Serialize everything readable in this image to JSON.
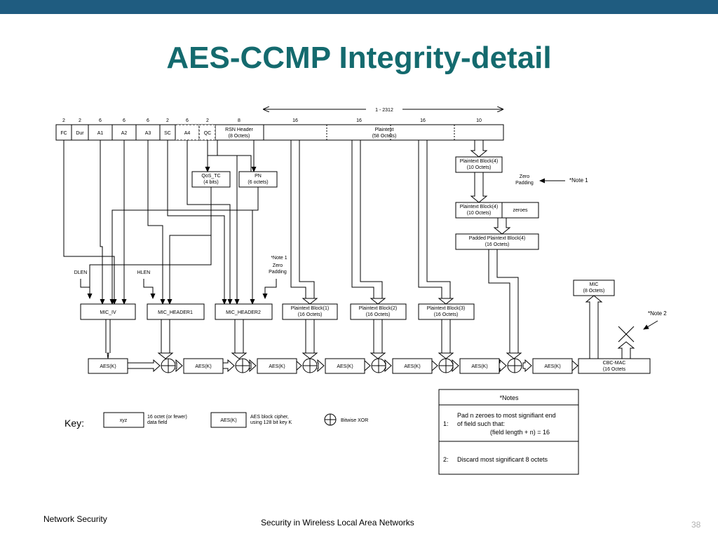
{
  "slide": {
    "title": "AES-CCMP Integrity-detail",
    "footer_left": "Network Security",
    "footer_center": "Security  in  Wireless  Local  Area Networks",
    "page_number": "38",
    "colors": {
      "top_bar": "#1f5c80",
      "title": "#146a6e"
    }
  },
  "diagram": {
    "range_label": "1 - 2312",
    "header_fields": [
      {
        "label": "FC",
        "size": "2"
      },
      {
        "label": "Dur",
        "size": "2"
      },
      {
        "label": "A1",
        "size": "6"
      },
      {
        "label": "A2",
        "size": "6"
      },
      {
        "label": "A3",
        "size": "6"
      },
      {
        "label": "SC",
        "size": "2"
      },
      {
        "label": "A4",
        "size": "6"
      },
      {
        "label": "QC",
        "size": "2"
      },
      {
        "label": "RSN Header\n(8 Octets)",
        "size": "8"
      },
      {
        "label": "",
        "size": "16"
      },
      {
        "label": "Plaintext\n(58 Octets)",
        "size": "16"
      },
      {
        "label": "",
        "size": "16"
      },
      {
        "label": "",
        "size": "10"
      }
    ],
    "qos_tc": "QoS_TC\n(4 bits)",
    "pn": "PN\n(6 octets)",
    "pt_block4": "Plaintext Block(4)\n(10 Octets)",
    "zero_padding": "Zero\nPadding",
    "note1_ref": "*Note 1",
    "pt_block4_b": "Plaintext Block(4)\n(10 Octets)",
    "zeroes": "zeroes",
    "padded_block4": "Padded Plaintext Block(4)\n(16 Octets)",
    "note1_small": "*Note 1",
    "zero_padding_small": "Zero\nPadding",
    "dlen": "DLEN",
    "hlen": "HLEN",
    "mic_iv": "MIC_IV",
    "mic_header1": "MIC_HEADER1",
    "mic_header2": "MIC_HEADER2",
    "pt_block1": "Plaintext Block(1)\n(16 Octets)",
    "pt_block2": "Plaintext Block(2)\n(16 Octets)",
    "pt_block3": "Plaintext Block(3)\n(16 Octets)",
    "mic_out": "MIC\n(8 Octets)",
    "note2_ref": "*Note 2",
    "aes_label": "AES(K)",
    "cbc_mac": "CBC-MAC\n(16 Octets",
    "key": {
      "title": "Key:",
      "xyz": "xyz",
      "xyz_desc": "16 octet (or fewer)\ndata field",
      "aes_box": "AES(K)",
      "aes_desc": "AES block cipher,\nusing 128 bit key K",
      "xor_desc": "Bitwise XOR"
    },
    "notes": {
      "header": "*Notes",
      "n1_num": "1:",
      "n1_text": "Pad n zeroes to most signifiant end\nof field such that:\n(field length + n) = 16",
      "n2_num": "2:",
      "n2_text": "Discard most significant 8 octets"
    }
  }
}
